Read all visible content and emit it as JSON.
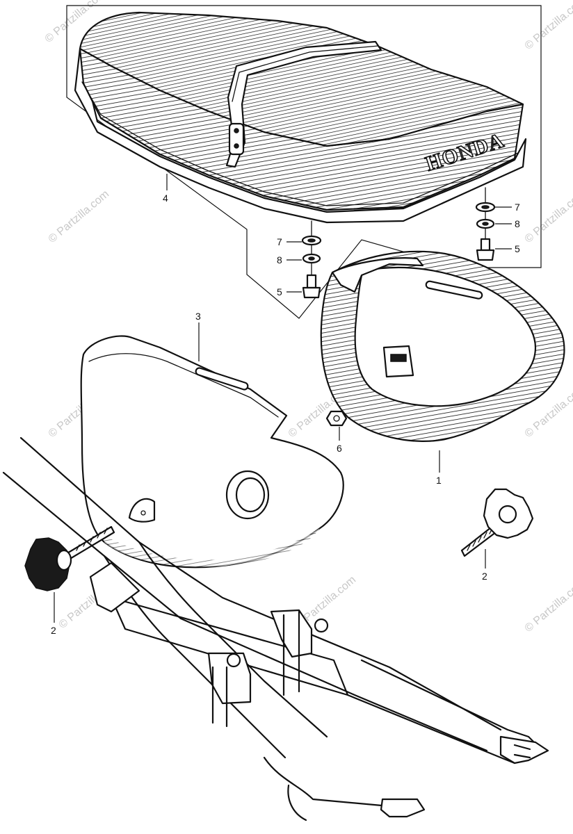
{
  "seat": {
    "brand_text": "HONDA"
  },
  "callouts": {
    "side_cover_right": "1",
    "knob_right": "2",
    "knob_left": "2",
    "side_cover_left": "3",
    "seat": "4",
    "bolt_left": "5",
    "bolt_right": "5",
    "nut": "6",
    "washer_a_left": "7",
    "washer_a_right": "7",
    "washer_b_left": "8",
    "washer_b_right": "8"
  },
  "watermark": {
    "text": "© Partzilla.com"
  },
  "colors": {
    "ink": "#111111",
    "paper": "#ffffff",
    "watermark": "#c8c8c8"
  }
}
